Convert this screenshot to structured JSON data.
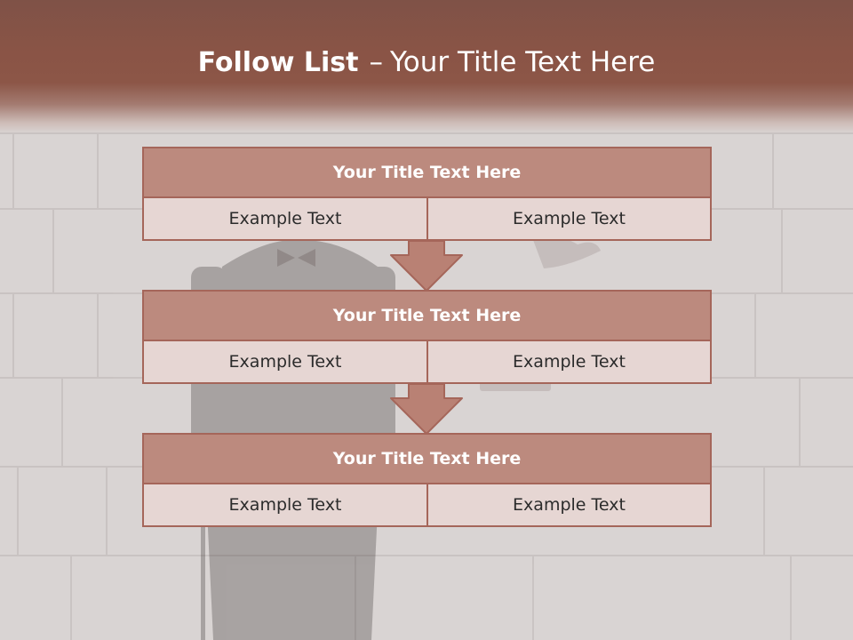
{
  "slide": {
    "title_bold": "Follow List",
    "title_dash": "–",
    "title_rest": "Your Title Text Here"
  },
  "colors": {
    "header_band": "#8a5446",
    "box_border": "#a5665a",
    "box_title_fill": "#bc8a7e",
    "box_cell_fill": "#e6d6d3",
    "arrow_fill": "#b98174"
  },
  "steps": [
    {
      "title": "Your Title Text Here",
      "left_text": "Example Text",
      "right_text": "Example Text"
    },
    {
      "title": "Your Title Text Here",
      "left_text": "Example Text",
      "right_text": "Example Text"
    },
    {
      "title": "Your Title Text Here",
      "left_text": "Example Text",
      "right_text": "Example Text"
    }
  ],
  "connector_icon": "down-arrow-icon"
}
